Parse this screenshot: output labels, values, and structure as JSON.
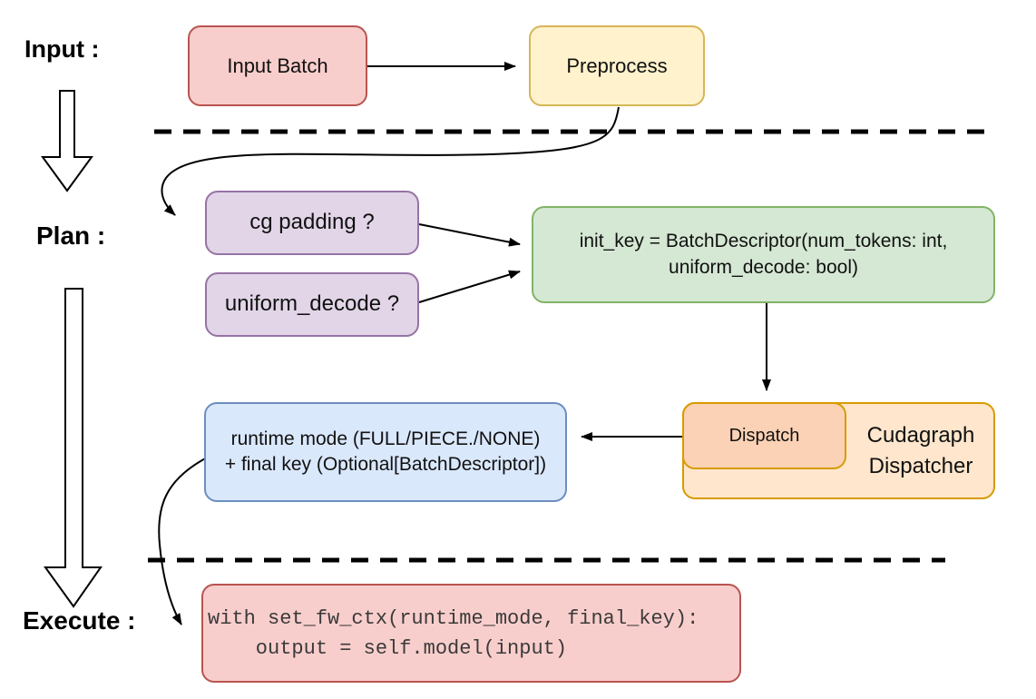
{
  "sections": {
    "input_label": "Input :",
    "plan_label": "Plan :",
    "execute_label": "Execute :"
  },
  "nodes": {
    "input_batch": {
      "label": "Input Batch"
    },
    "preprocess": {
      "label": "Preprocess"
    },
    "cg_padding": {
      "label": "cg padding ?"
    },
    "uniform_decode": {
      "label": "uniform_decode ?"
    },
    "init_key": {
      "line1": "init_key = BatchDescriptor(num_tokens: int,",
      "line2": "uniform_decode: bool)"
    },
    "runtime_mode": {
      "line1": "runtime mode (FULL/PIECE./NONE)",
      "line2": "+ final key (Optional[BatchDescriptor])"
    },
    "dispatch": {
      "label": "Dispatch"
    },
    "dispatcher": {
      "line1": "Cudagraph",
      "line2": "Dispatcher"
    },
    "execute_code": {
      "line1": "with set_fw_ctx(runtime_mode, final_key):",
      "line2": "    output = self.model(input)"
    }
  },
  "colors": {
    "red_fill": "#f8cecc",
    "red_stroke": "#b85450",
    "yellow_fill": "#fff2cc",
    "yellow_stroke": "#d6b656",
    "purple_fill": "#e1d5e7",
    "purple_stroke": "#9673a6",
    "green_fill": "#d5e8d4",
    "green_stroke": "#82b366",
    "blue_fill": "#dae8fc",
    "blue_stroke": "#6c8ebf",
    "orange_fill": "#ffe6cc",
    "orange_stroke": "#d79b00",
    "orange_inner_fill": "#fbd2b5",
    "line": "#000000"
  }
}
